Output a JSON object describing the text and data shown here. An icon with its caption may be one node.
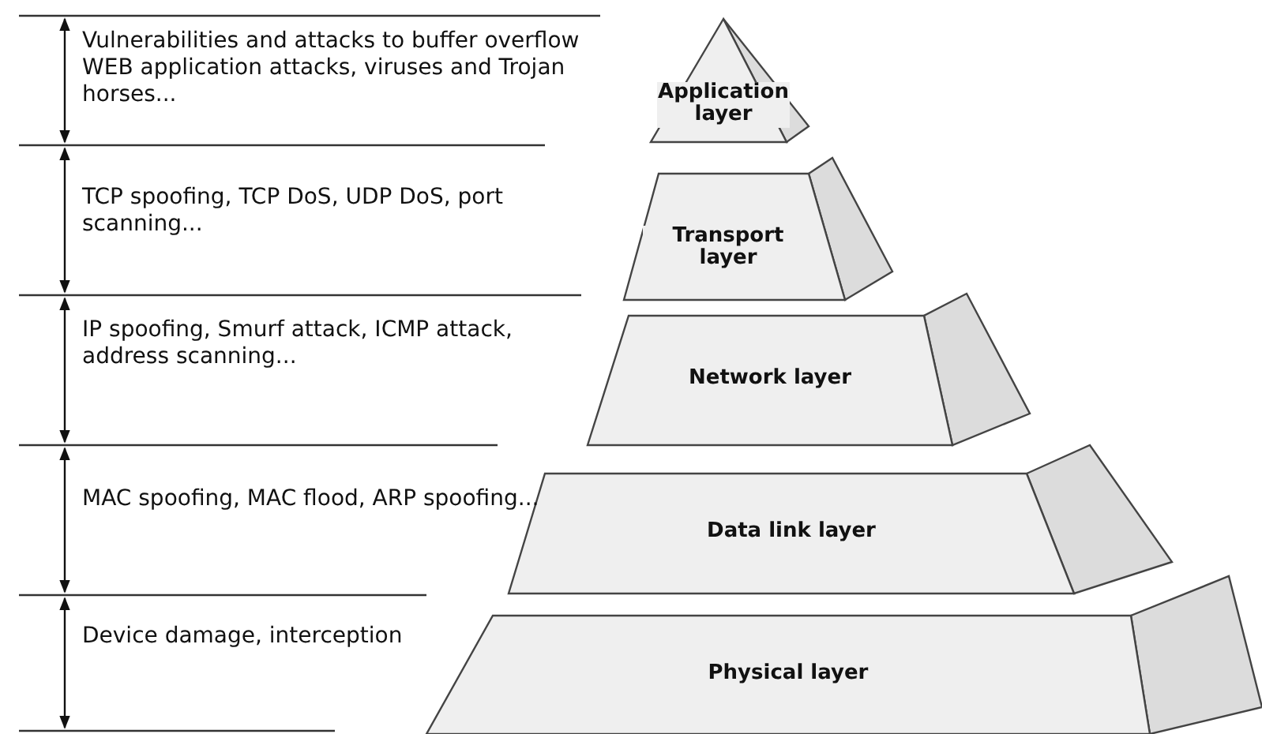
{
  "diagram": {
    "nodes": [
      {
        "text": [
          "Application layer"
        ]
      },
      {
        "text": [
          "Transport layer"
        ]
      },
      {
        "text": [
          "Network layer"
        ]
      },
      {
        "text": [
          "Data link layer"
        ]
      },
      {
        "text": [
          "Physical layer"
        ]
      }
    ],
    "labels": [
      "Vulnerabilities and attacks to buffer overflow WEB application attacks, viruses and Trojan horses...",
      "TCP spoofing, TCP DoS, UDP DoS, port scanning...",
      "IP spoofing, Smurf attack, ICMP attack, address scanning...",
      "MAC spoofing, MAC flood, ARP spoofing...",
      "Device damage, interception"
    ]
  }
}
